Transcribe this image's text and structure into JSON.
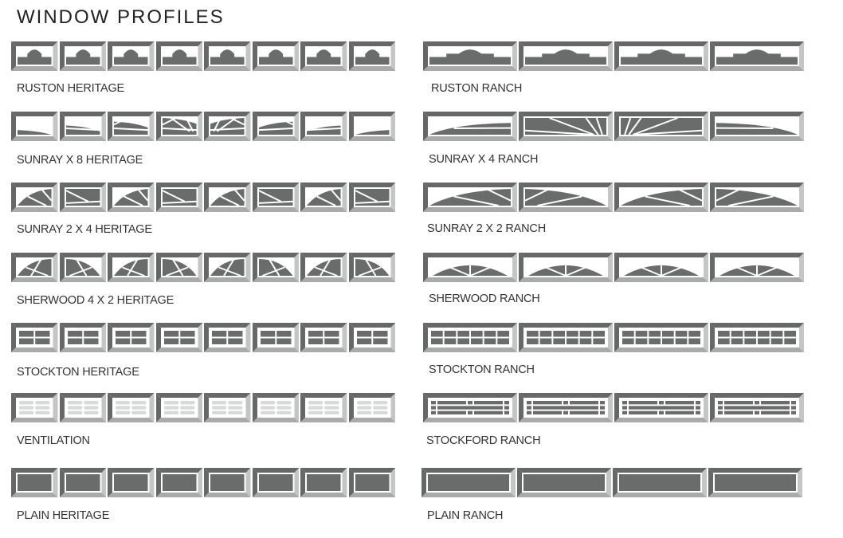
{
  "title": "WINDOW PROFILES",
  "colors": {
    "frame_dark": "#666868",
    "frame_light": "#c4c6c6",
    "frame_mid": "#a9abab",
    "glass": "#ffffff",
    "fill": "#6a6b6b"
  },
  "profiles": [
    {
      "id": "ruston-heritage",
      "label": "RUSTON HERITAGE",
      "style": "ruston",
      "family": "heritage",
      "count": 8
    },
    {
      "id": "ruston-ranch",
      "label": "RUSTON RANCH",
      "style": "ruston",
      "family": "ranch",
      "count": 4
    },
    {
      "id": "sunray-x8-heritage",
      "label": "SUNRAY X 8 HERITAGE",
      "style": "sunray8",
      "family": "heritage",
      "count": 8
    },
    {
      "id": "sunray-x4-ranch",
      "label": "SUNRAY X 4 RANCH",
      "style": "sunray4",
      "family": "ranch",
      "count": 4
    },
    {
      "id": "sunray-2x4-heritage",
      "label": "SUNRAY 2 X 4 HERITAGE",
      "style": "sunray2x4",
      "family": "heritage",
      "count": 8
    },
    {
      "id": "sunray-2x2-ranch",
      "label": "SUNRAY 2 X 2 RANCH",
      "style": "sunray2x2",
      "family": "ranch",
      "count": 4
    },
    {
      "id": "sherwood-4x2-heritage",
      "label": "SHERWOOD 4 X 2 HERITAGE",
      "style": "sherwood2",
      "family": "heritage",
      "count": 8
    },
    {
      "id": "sherwood-ranch",
      "label": "SHERWOOD RANCH",
      "style": "sherwood",
      "family": "ranch",
      "count": 4
    },
    {
      "id": "stockton-heritage",
      "label": "STOCKTON HERITAGE",
      "style": "stockton4",
      "family": "heritage",
      "count": 8
    },
    {
      "id": "stockton-ranch",
      "label": "STOCKTON RANCH",
      "style": "stockton12",
      "family": "ranch",
      "count": 4
    },
    {
      "id": "ventilation",
      "label": "VENTILATION",
      "style": "vent",
      "family": "heritage",
      "count": 8
    },
    {
      "id": "stockford-ranch",
      "label": "STOCKFORD RANCH",
      "style": "stockford",
      "family": "ranch",
      "count": 4
    },
    {
      "id": "plain-heritage",
      "label": "PLAIN HERITAGE",
      "style": "plain",
      "family": "heritage",
      "count": 8
    },
    {
      "id": "plain-ranch",
      "label": "PLAIN RANCH",
      "style": "plain",
      "family": "ranch",
      "count": 4
    }
  ]
}
